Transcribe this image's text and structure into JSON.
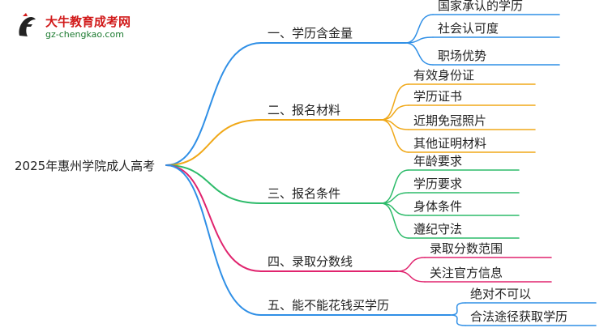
{
  "logo": {
    "title": "大牛教育成考网",
    "url": "gz-chengkao.com"
  },
  "mindmap": {
    "root": "2025年惠州学院成人高考",
    "branches": [
      {
        "label": "一、学历含金量",
        "color": "#2f8fe6",
        "children": [
          "国家承认的学历",
          "社会认可度",
          "职场优势"
        ]
      },
      {
        "label": "二、报名材料",
        "color": "#f0a818",
        "children": [
          "有效身份证",
          "学历证书",
          "近期免冠照片",
          "其他证明材料"
        ]
      },
      {
        "label": "三、报名条件",
        "color": "#2dbb6a",
        "children": [
          "年龄要求",
          "学历要求",
          "身体条件",
          "遵纪守法"
        ]
      },
      {
        "label": "四、录取分数线",
        "color": "#e0246e",
        "children": [
          "录取分数范围",
          "关注官方信息"
        ]
      },
      {
        "label": "五、能不能花钱买学历",
        "color": "#2f8fe6",
        "children": [
          "绝对不可以",
          "合法途径获取学历"
        ]
      }
    ]
  }
}
